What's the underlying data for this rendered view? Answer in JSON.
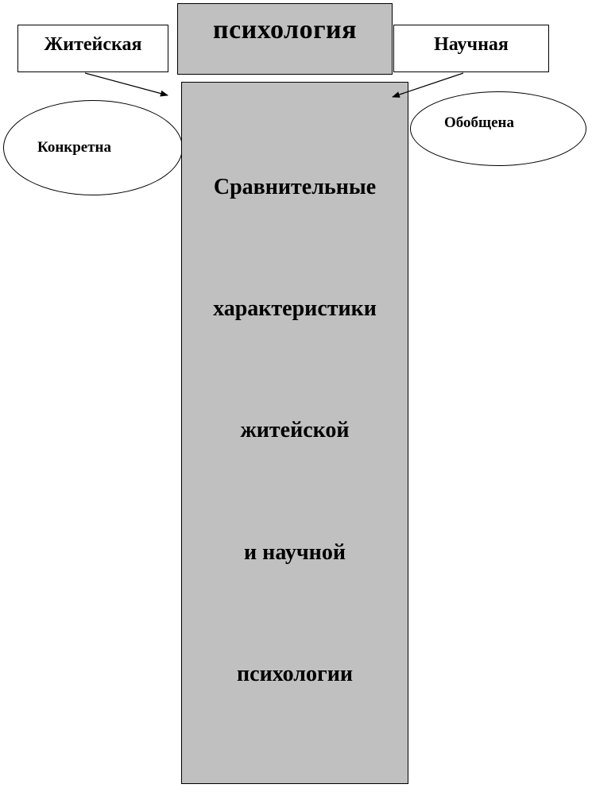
{
  "title": "психология",
  "left_label": "Житейская",
  "right_label": "Научная",
  "left_ellipse": "Конкретна",
  "right_ellipse": "Обобщена",
  "main_lines": [
    "Сравнительные",
    "характеристики",
    "житейской",
    "и научной",
    "психологии"
  ]
}
